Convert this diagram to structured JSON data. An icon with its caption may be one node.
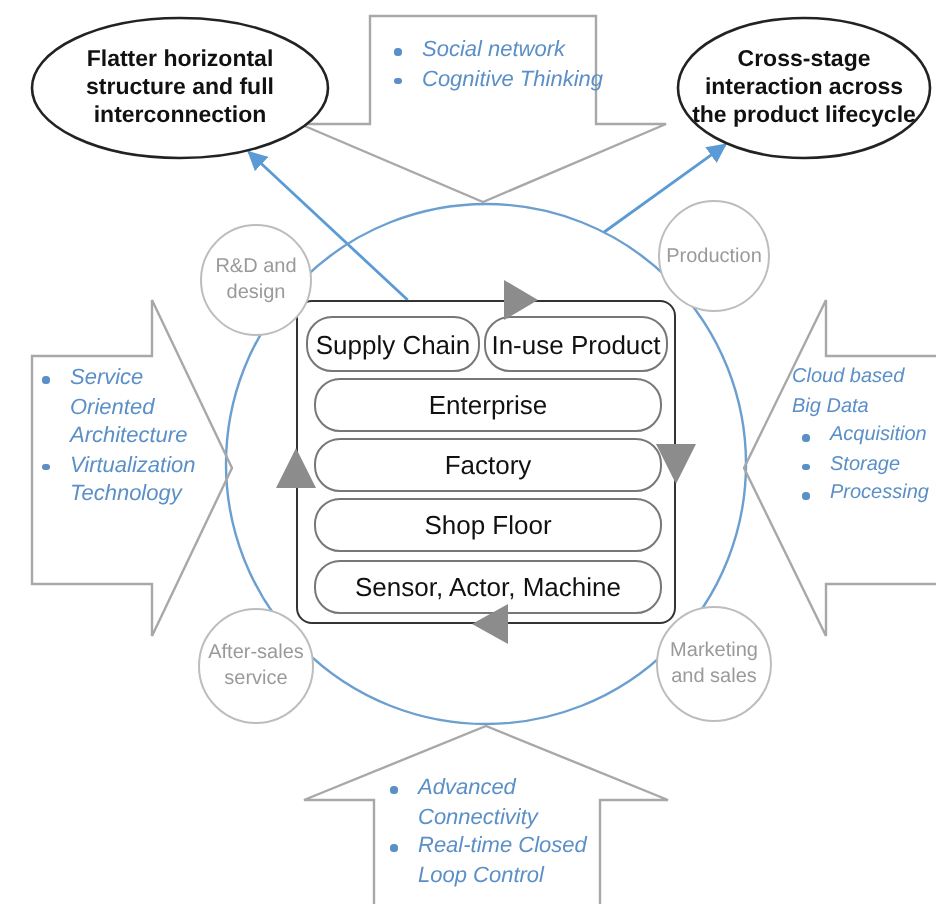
{
  "diagram": {
    "nodes": [
      {
        "text": [
          "Social network",
          "Cognitive Thinking"
        ]
      },
      {
        "text": [
          "Flatter horizontal structure and full interconnection"
        ]
      },
      {
        "text": [
          "Cross-stage interaction across the product lifecycle"
        ]
      },
      {
        "text": [],
        "shape": "circle"
      },
      {
        "text": [
          "R&D and design"
        ]
      },
      {
        "text": [
          "Production"
        ]
      },
      {
        "text": [
          "After-sales service"
        ]
      },
      {
        "text": [
          "Marketing and sales"
        ]
      },
      {
        "text": [
          "Service Oriented Architecture",
          "Virtualization Technology"
        ]
      },
      {
        "text": [
          "Cloud based Big Data",
          "Acquisition",
          "Storage",
          "Processing"
        ]
      },
      {
        "text": [
          "Advanced Connectivity",
          "Real-time Closed Loop Control"
        ]
      },
      {
        "text": [],
        "shape": "box",
        "in": 3
      },
      {
        "text": [
          "Supply Chain"
        ],
        "in": 11
      },
      {
        "text": [
          "In-use Product"
        ],
        "in": 11
      },
      {
        "text": [
          "Enterprise"
        ],
        "in": 11
      },
      {
        "text": [
          "Factory"
        ],
        "in": 11
      },
      {
        "text": [
          "Shop Floor"
        ],
        "in": 11
      },
      {
        "text": [
          "Sensor, Actor, Machine"
        ],
        "in": 11
      }
    ],
    "edges": [
      {
        "from": 11,
        "to": 1,
        "arrow": "to"
      },
      {
        "from": 3,
        "to": 2,
        "arrow": "to"
      }
    ]
  }
}
